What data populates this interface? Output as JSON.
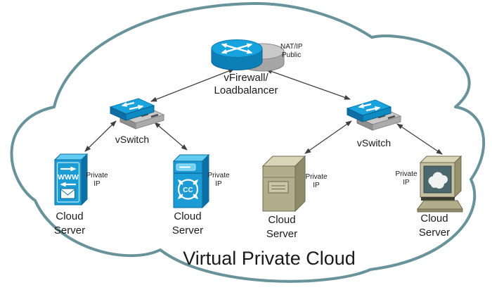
{
  "title": "Virtual Private Cloud",
  "colors": {
    "cloud_outline": "#68939a",
    "device_blue": "#1b9cd4",
    "device_blue_top": "#63cbf1",
    "device_blue_side": "#0d6fa3",
    "device_gray": "#a6a6a6",
    "device_tan": "#b2ad8b",
    "screen_teal": "#4a686e",
    "arrow": "#3f3f3f"
  },
  "firewall": {
    "name_line1": "vFirewall/",
    "name_line2": "Loadbalancer",
    "tag_line1": "NAT/IP",
    "tag_line2": "Public"
  },
  "switches": {
    "left_label": "vSwitch",
    "right_label": "vSwitch"
  },
  "servers": [
    {
      "icon": "www-mail-server-icon",
      "icon_text": "WWW",
      "ip_line1": "Private",
      "ip_line2": "IP",
      "name_line1": "Cloud",
      "name_line2": "Server"
    },
    {
      "icon": "content-switch-server-icon",
      "icon_text": "CC",
      "ip_line1": "Private",
      "ip_line2": "IP",
      "name_line1": "Cloud",
      "name_line2": "Server"
    },
    {
      "icon": "tower-server-icon",
      "ip_line1": "Private",
      "ip_line2": "IP",
      "name_line1": "Cloud",
      "name_line2": "Server"
    },
    {
      "icon": "workstation-server-icon",
      "ip_line1": "Private",
      "ip_line2": "IP",
      "name_line1": "Cloud",
      "name_line2": "Server"
    }
  ]
}
